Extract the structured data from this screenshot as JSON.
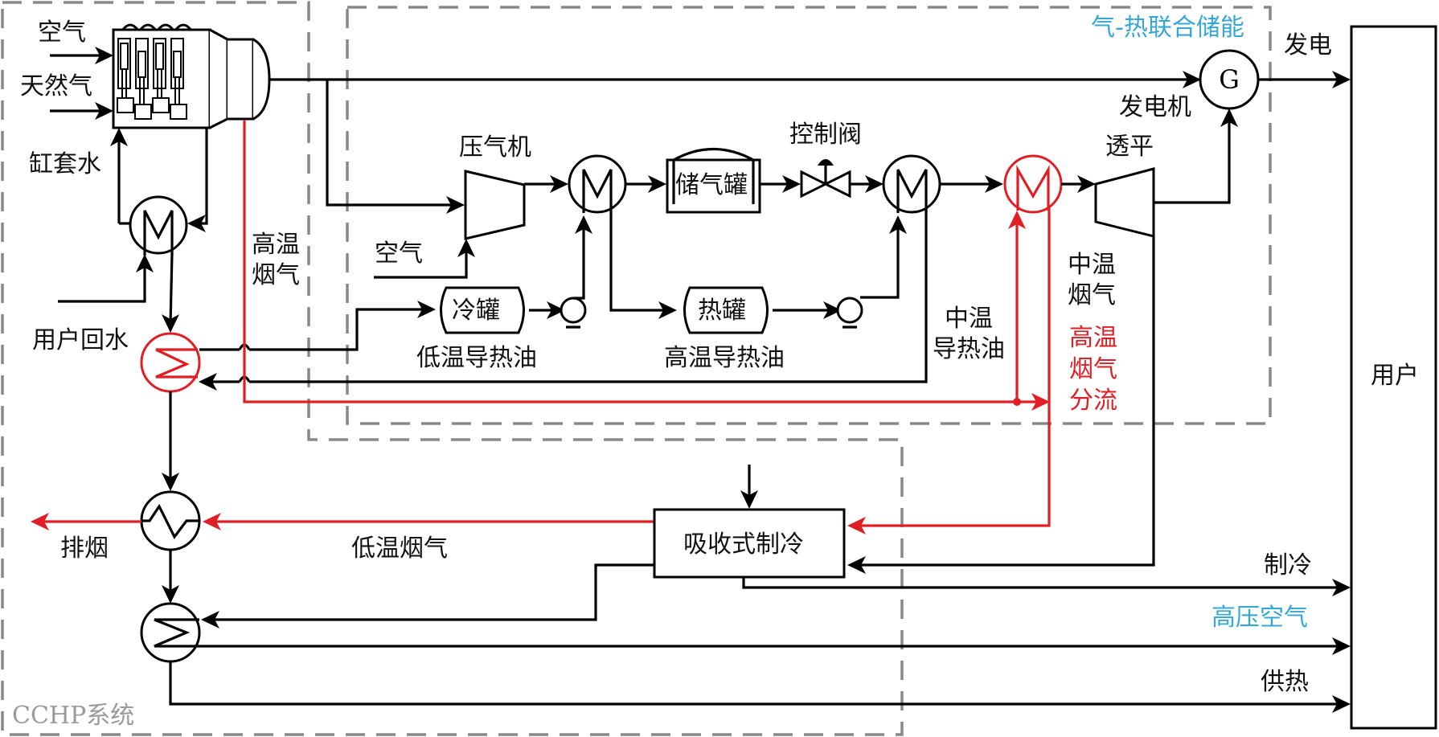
{
  "diagram": {
    "title": "CCHP system with gas-thermal combined energy storage",
    "regions": {
      "cchp": "CCHP系统",
      "storage": "气-热联合储能"
    },
    "labels": {
      "air_in_engine": "空气",
      "natural_gas": "天然气",
      "jacket_water": "缸套水",
      "user_return_water": "用户回水",
      "high_temp_flue": "高温烟气",
      "compressor": "压气机",
      "air_in_compressor": "空气",
      "cold_tank": "冷罐",
      "low_temp_oil": "低温导热油",
      "hot_tank": "热罐",
      "high_temp_oil": "高温导热油",
      "air_tank": "储气罐",
      "control_valve": "控制阀",
      "mid_temp_oil_1": "中温",
      "mid_temp_oil_2": "导热油",
      "turbine": "透平",
      "generator": "发电机",
      "generator_symbol": "G",
      "mid_temp_flue_1": "中温",
      "mid_temp_flue_2": "烟气",
      "hot_flue_split_1": "高温",
      "hot_flue_split_2": "烟气",
      "hot_flue_split_3": "分流",
      "power_out": "发电",
      "user": "用户",
      "exhaust": "排烟",
      "low_temp_flue": "低温烟气",
      "absorption_chiller": "吸收式制冷",
      "cooling_out": "制冷",
      "hp_air_out": "高压空气",
      "heating_out": "供热",
      "flue_high_1": "高温",
      "flue_high_2": "烟气"
    },
    "colors": {
      "line": "#000000",
      "hot_flue": "#e01e25",
      "storage_label": "#35a7d6",
      "region_border": "#888888"
    }
  }
}
